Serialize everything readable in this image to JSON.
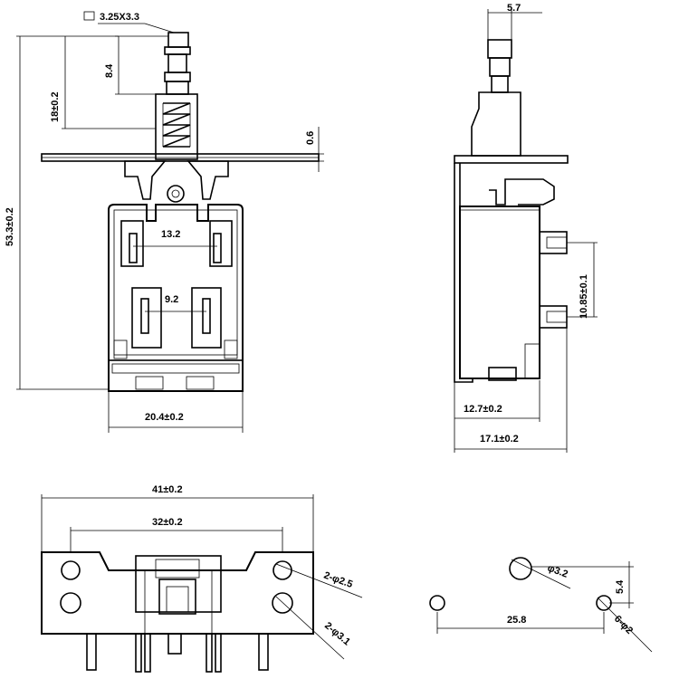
{
  "front_view": {
    "pin_size": "3.25X3.3",
    "plunger_height": "8.4",
    "stroke_height": "18±0.2",
    "plate_thickness": "0.6",
    "total_height": "53.3±0.2",
    "pin_pitch_outer": "13.2",
    "pin_pitch_inner": "9.2",
    "body_width": "20.4±0.2"
  },
  "side_view": {
    "plunger_width": "5.7",
    "terminal_pitch": "10.85±0.1",
    "body_depth": "12.7±0.2",
    "total_depth": "17.1±0.2"
  },
  "bottom_view": {
    "plate_width": "41±0.2",
    "hole_pitch": "32±0.2",
    "hole_small": "2-φ2.5",
    "hole_large": "2-φ3.1"
  },
  "pcb_layout": {
    "hole_big": "φ3.2",
    "offset": "5.4",
    "spacing": "25.8",
    "hole_small": "6-φ2"
  }
}
